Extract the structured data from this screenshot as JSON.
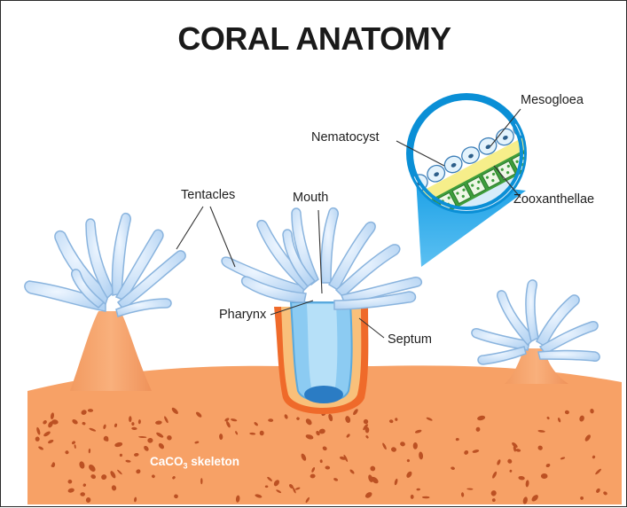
{
  "title": "CORAL ANATOMY",
  "labels": {
    "tentacles": "Tentacles",
    "mouth": "Mouth",
    "pharynx": "Pharynx",
    "septum": "Septum",
    "nematocyst": "Nematocyst",
    "mesogloea": "Mesogloea",
    "zooxanthellae": "Zooxanthellae",
    "skeleton_prefix": "CaCO",
    "skeleton_subscript": "3",
    "skeleton_suffix": " skeleton"
  },
  "colors": {
    "skeleton": "#f7a166",
    "skeleton_spots": "#b6491c",
    "tentacle": "#c4dcf4",
    "tentacle_outline": "#8ab4de",
    "pharynx": "#7ec1ee",
    "inset_circle": "#0a8fd6",
    "mesogloea": "#f6ee8a",
    "zooxanthellae": "#3e9d3c"
  }
}
